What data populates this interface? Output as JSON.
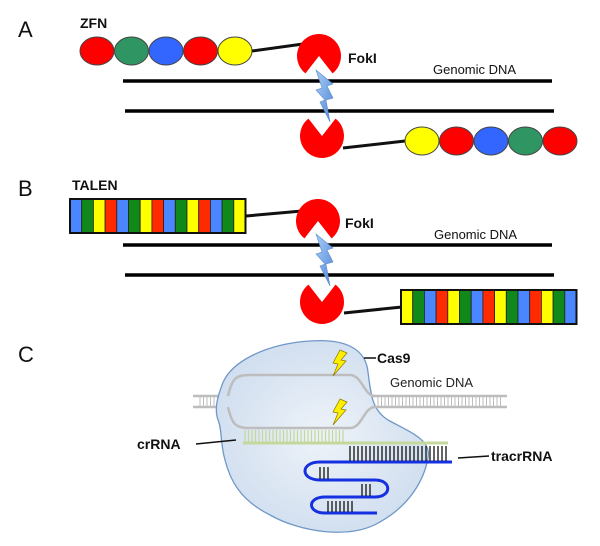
{
  "panels": {
    "a": {
      "label": "A",
      "protein_label": "ZFN",
      "enzyme_label": "FokI",
      "dna_label": "Genomic DNA",
      "top_fingers": [
        "red",
        "green",
        "blue",
        "red",
        "yellow"
      ],
      "bottom_fingers": [
        "yellow",
        "red",
        "blue",
        "green",
        "red"
      ]
    },
    "b": {
      "label": "B",
      "protein_label": "TALEN",
      "enzyme_label": "FokI",
      "dna_label": "Genomic DNA",
      "top_repeats": [
        "blue",
        "green",
        "yellow",
        "red",
        "blue",
        "green",
        "yellow",
        "red",
        "blue",
        "green",
        "yellow",
        "red",
        "blue",
        "green",
        "yellow"
      ],
      "bottom_repeats": [
        "yellow",
        "green",
        "blue",
        "red",
        "yellow",
        "green",
        "blue",
        "red",
        "yellow",
        "green",
        "blue",
        "red",
        "yellow",
        "green",
        "blue"
      ]
    },
    "c": {
      "label": "C",
      "cas_label": "Cas9",
      "dna_label": "Genomic DNA",
      "crrna_label": "crRNA",
      "tracrrna_label": "tracrRNA"
    }
  },
  "colors": {
    "red": "#ff0000",
    "green": "#2e9563",
    "blue": "#3366ff",
    "yellow": "#ffff00",
    "tal_red": "#ff2a00",
    "tal_green": "#10881a",
    "tal_blue": "#4a86ff",
    "tal_yellow": "#ffff00",
    "fokI": "#ff0000",
    "lightning": "#6fa6e8",
    "cas9_fill": "#dbe7f3",
    "cas9_stroke": "#6f98c8",
    "dna_gray": "#bdbdbd",
    "crrna": "#c4d89c",
    "tracrrna": "#1530e0",
    "bolt_yellow": "#ffee00"
  }
}
